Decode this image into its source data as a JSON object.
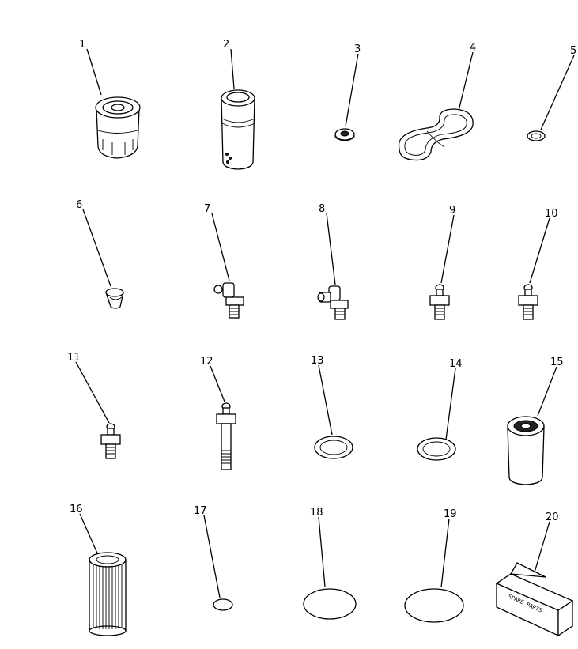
{
  "diagram": {
    "callouts": [
      "1",
      "2",
      "3",
      "4",
      "5",
      "6",
      "7",
      "8",
      "9",
      "10",
      "11",
      "12",
      "13",
      "14",
      "15",
      "16",
      "17",
      "18",
      "19",
      "20"
    ],
    "parts": [
      {
        "id": "1",
        "kind": "spin-on filter cartridge"
      },
      {
        "id": "2",
        "kind": "tall filter cartridge"
      },
      {
        "id": "3",
        "kind": "small washer/nut"
      },
      {
        "id": "4",
        "kind": "belt"
      },
      {
        "id": "5",
        "kind": "washer"
      },
      {
        "id": "6",
        "kind": "plug"
      },
      {
        "id": "7",
        "kind": "elbow grease fitting"
      },
      {
        "id": "8",
        "kind": "elbow grease fitting"
      },
      {
        "id": "9",
        "kind": "straight grease fitting"
      },
      {
        "id": "10",
        "kind": "straight grease fitting"
      },
      {
        "id": "11",
        "kind": "straight grease fitting"
      },
      {
        "id": "12",
        "kind": "long grease fitting"
      },
      {
        "id": "13",
        "kind": "gasket ring"
      },
      {
        "id": "14",
        "kind": "gasket ring"
      },
      {
        "id": "15",
        "kind": "spin-on filter"
      },
      {
        "id": "16",
        "kind": "pleated filter element"
      },
      {
        "id": "17",
        "kind": "o-ring"
      },
      {
        "id": "18",
        "kind": "o-ring"
      },
      {
        "id": "19",
        "kind": "o-ring"
      },
      {
        "id": "20",
        "kind": "spare parts box"
      }
    ],
    "box_text": "SPARE PARTS"
  }
}
